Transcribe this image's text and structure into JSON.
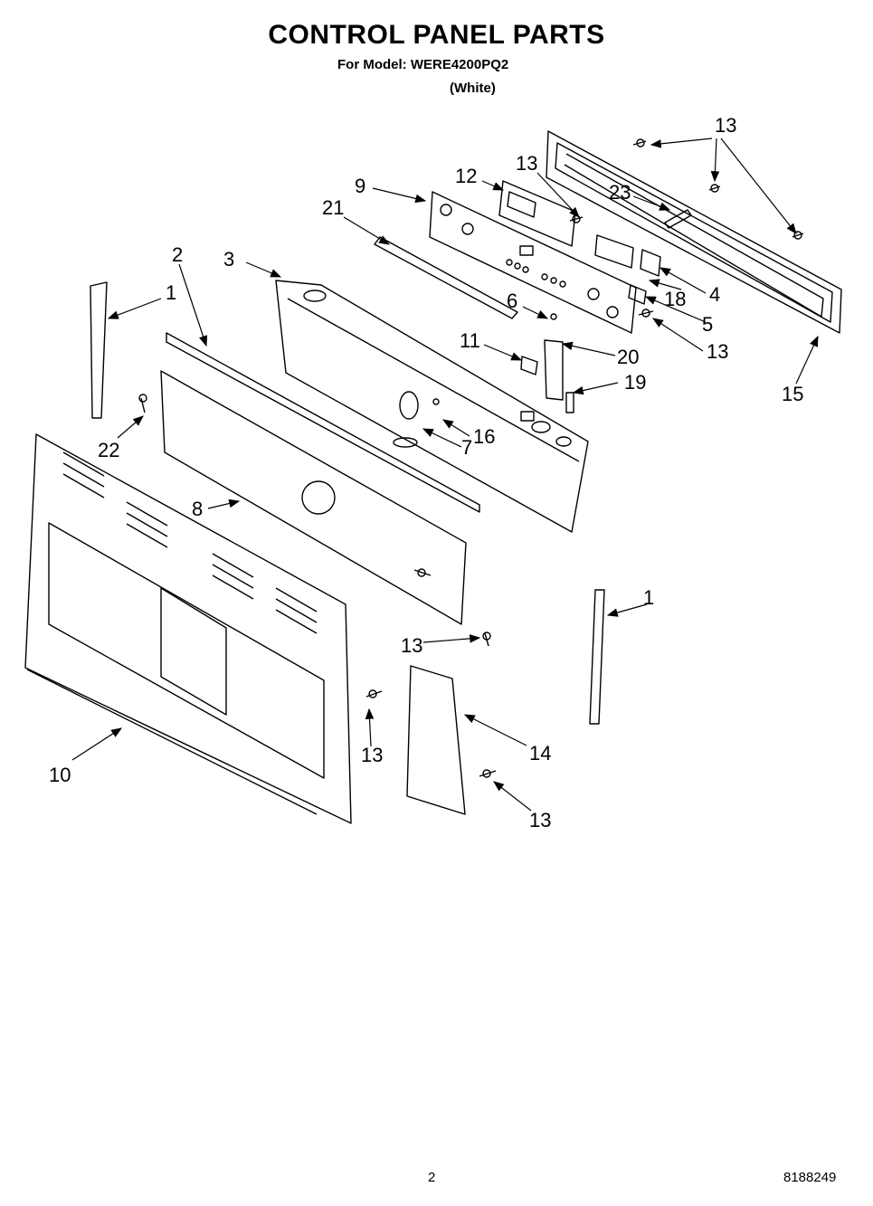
{
  "header": {
    "title": "CONTROL PANEL PARTS",
    "model_line": "For Model: WERE4200PQ2",
    "color_line": "(White)"
  },
  "diagram": {
    "callouts": [
      "13",
      "13",
      "12",
      "23",
      "9",
      "21",
      "2",
      "3",
      "1",
      "6",
      "18",
      "4",
      "5",
      "13",
      "11",
      "20",
      "19",
      "15",
      "16",
      "7",
      "22",
      "8",
      "1",
      "13",
      "13",
      "14",
      "10",
      "13"
    ]
  },
  "footer": {
    "page_number": "2",
    "document_number": "8188249"
  }
}
